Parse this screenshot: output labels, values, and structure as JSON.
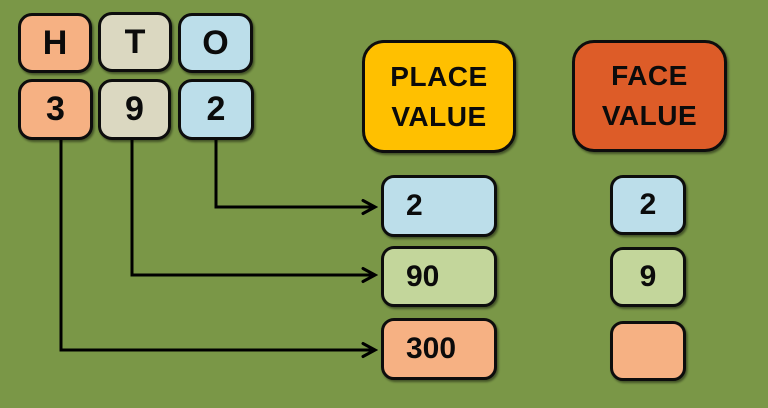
{
  "colors": {
    "background": "#7A9747",
    "peach": "#F6B183",
    "tan": "#DBD8C1",
    "blue": "#BCDEEA",
    "green": "#C3D69B",
    "yellow": "#FFC000",
    "orange_red": "#DD5C28",
    "line": "#000000"
  },
  "digit_table": {
    "columns": [
      {
        "header": "H",
        "digit": "3"
      },
      {
        "header": "T",
        "digit": "9"
      },
      {
        "header": "O",
        "digit": "2"
      }
    ]
  },
  "place_value": {
    "title_line1": "PLACE",
    "title_line2": "VALUE",
    "values": [
      "2",
      "90",
      "300"
    ]
  },
  "face_value": {
    "title_line1": "FACE",
    "title_line2": "VALUE",
    "values": [
      "2",
      "9",
      ""
    ]
  }
}
